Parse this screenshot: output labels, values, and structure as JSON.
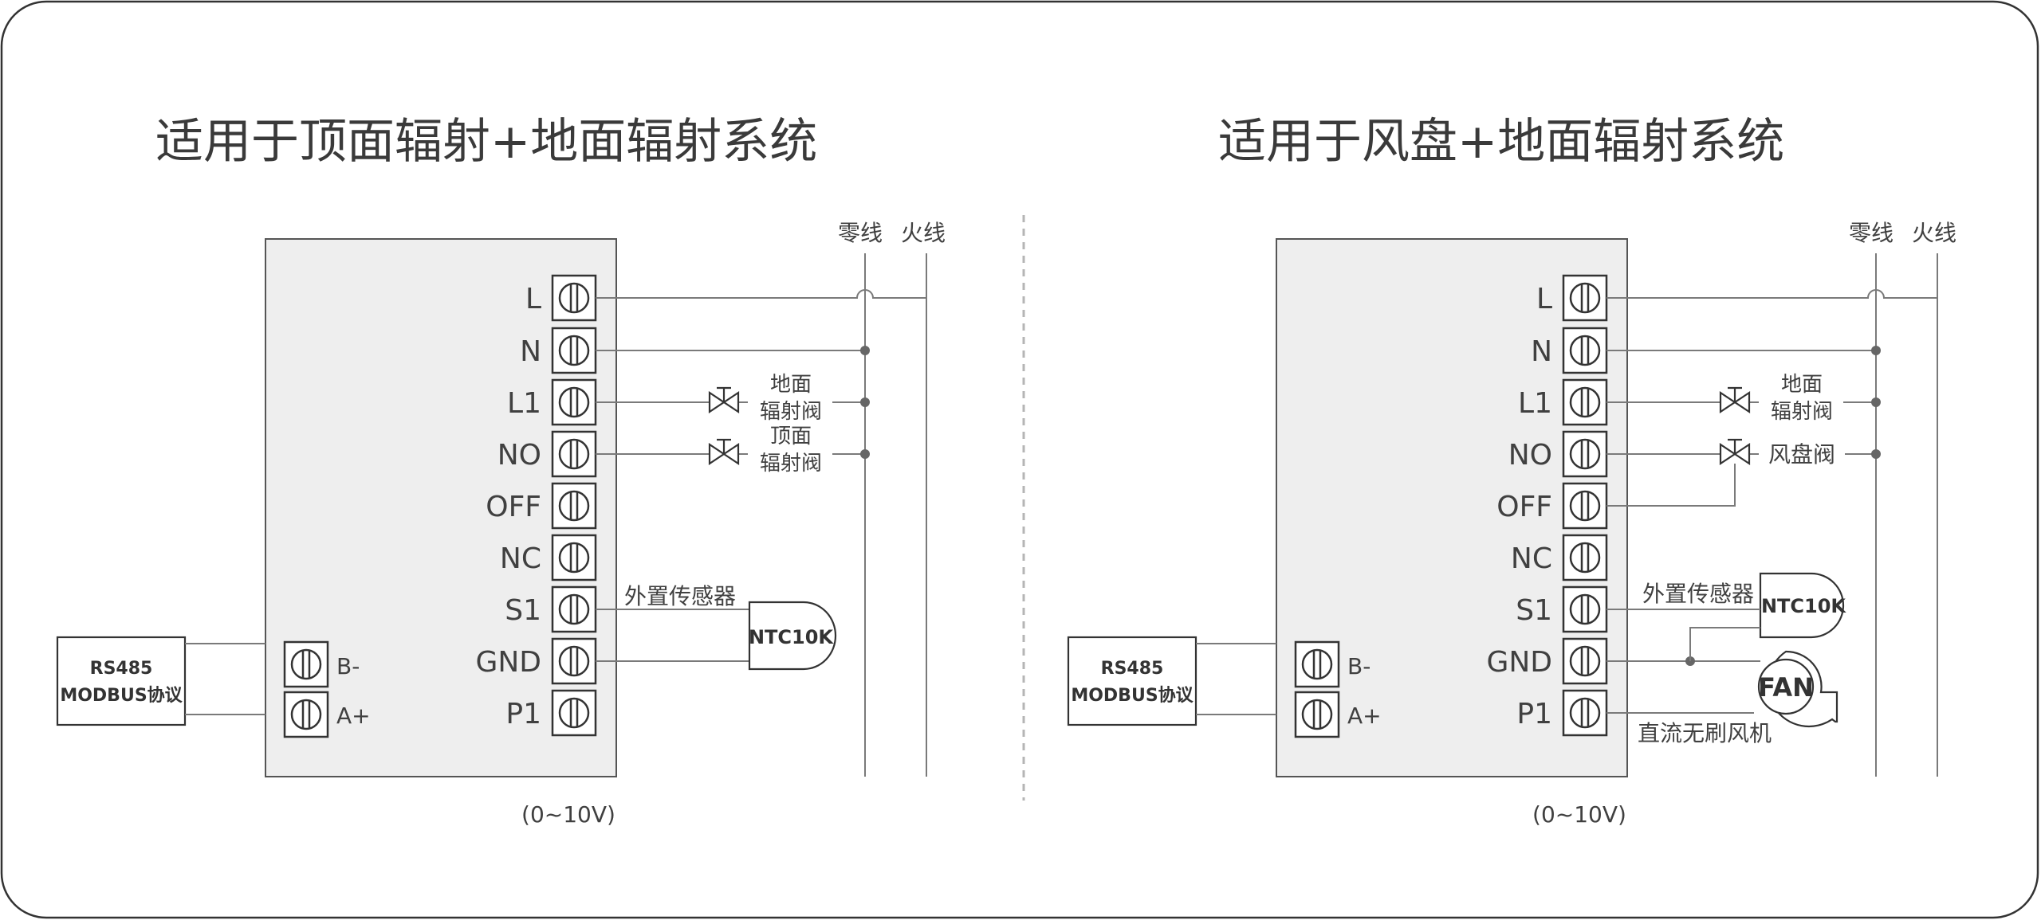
{
  "left": {
    "title": "适用于顶面辐射+地面辐射系统",
    "neutral_label": "零线",
    "live_label": "火线",
    "terminals": [
      "L",
      "N",
      "L1",
      "NO",
      "OFF",
      "NC",
      "S1",
      "GND",
      "P1"
    ],
    "valve1_lines": [
      "地面",
      "辐射阀"
    ],
    "valve2_lines": [
      "顶面",
      "辐射阀"
    ],
    "sensor_label": "外置传感器",
    "sensor_name": "NTC10K",
    "rs485_lines": [
      "RS485",
      "MODBUS协议"
    ],
    "bus_terminals": [
      "B-",
      "A+"
    ],
    "voltage_note": "(0~10V)"
  },
  "right": {
    "title": "适用于风盘+地面辐射系统",
    "neutral_label": "零线",
    "live_label": "火线",
    "terminals": [
      "L",
      "N",
      "L1",
      "NO",
      "OFF",
      "NC",
      "S1",
      "GND",
      "P1"
    ],
    "valve1_lines": [
      "地面",
      "辐射阀"
    ],
    "valve2_label": "风盘阀",
    "sensor_label": "外置传感器",
    "sensor_name": "NTC10K",
    "fan_label": "FAN",
    "fan_caption": "直流无刷风机",
    "rs485_lines": [
      "RS485",
      "MODBUS协议"
    ],
    "bus_terminals": [
      "B-",
      "A+"
    ],
    "voltage_note": "(0~10V)"
  }
}
